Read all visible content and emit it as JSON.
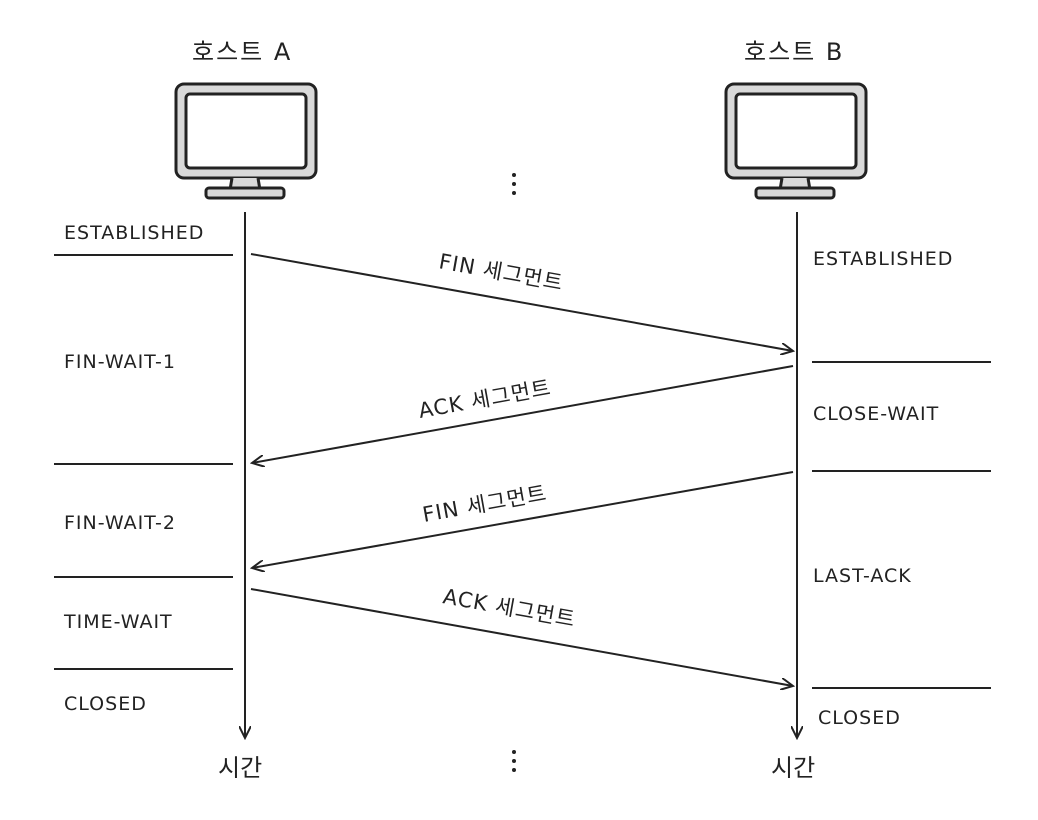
{
  "hosts": {
    "a": {
      "label": "호스트 A"
    },
    "b": {
      "label": "호스트 B"
    }
  },
  "time_label": "시간",
  "host_a_states": [
    "ESTABLISHED",
    "FIN-WAIT-1",
    "FIN-WAIT-2",
    "TIME-WAIT",
    "CLOSED"
  ],
  "host_b_states": [
    "ESTABLISHED",
    "CLOSE-WAIT",
    "LAST-ACK",
    "CLOSED"
  ],
  "messages": [
    {
      "label": "FIN 세그먼트",
      "from": "A",
      "to": "B"
    },
    {
      "label": "ACK 세그먼트",
      "from": "B",
      "to": "A"
    },
    {
      "label": "FIN 세그먼트",
      "from": "B",
      "to": "A"
    },
    {
      "label": "ACK 세그먼트",
      "from": "A",
      "to": "B"
    }
  ],
  "colors": {
    "ink": "#222222",
    "monitor_fill": "#d9d9d9",
    "screen_fill": "#ffffff"
  },
  "icons": {
    "host": "monitor-icon"
  }
}
